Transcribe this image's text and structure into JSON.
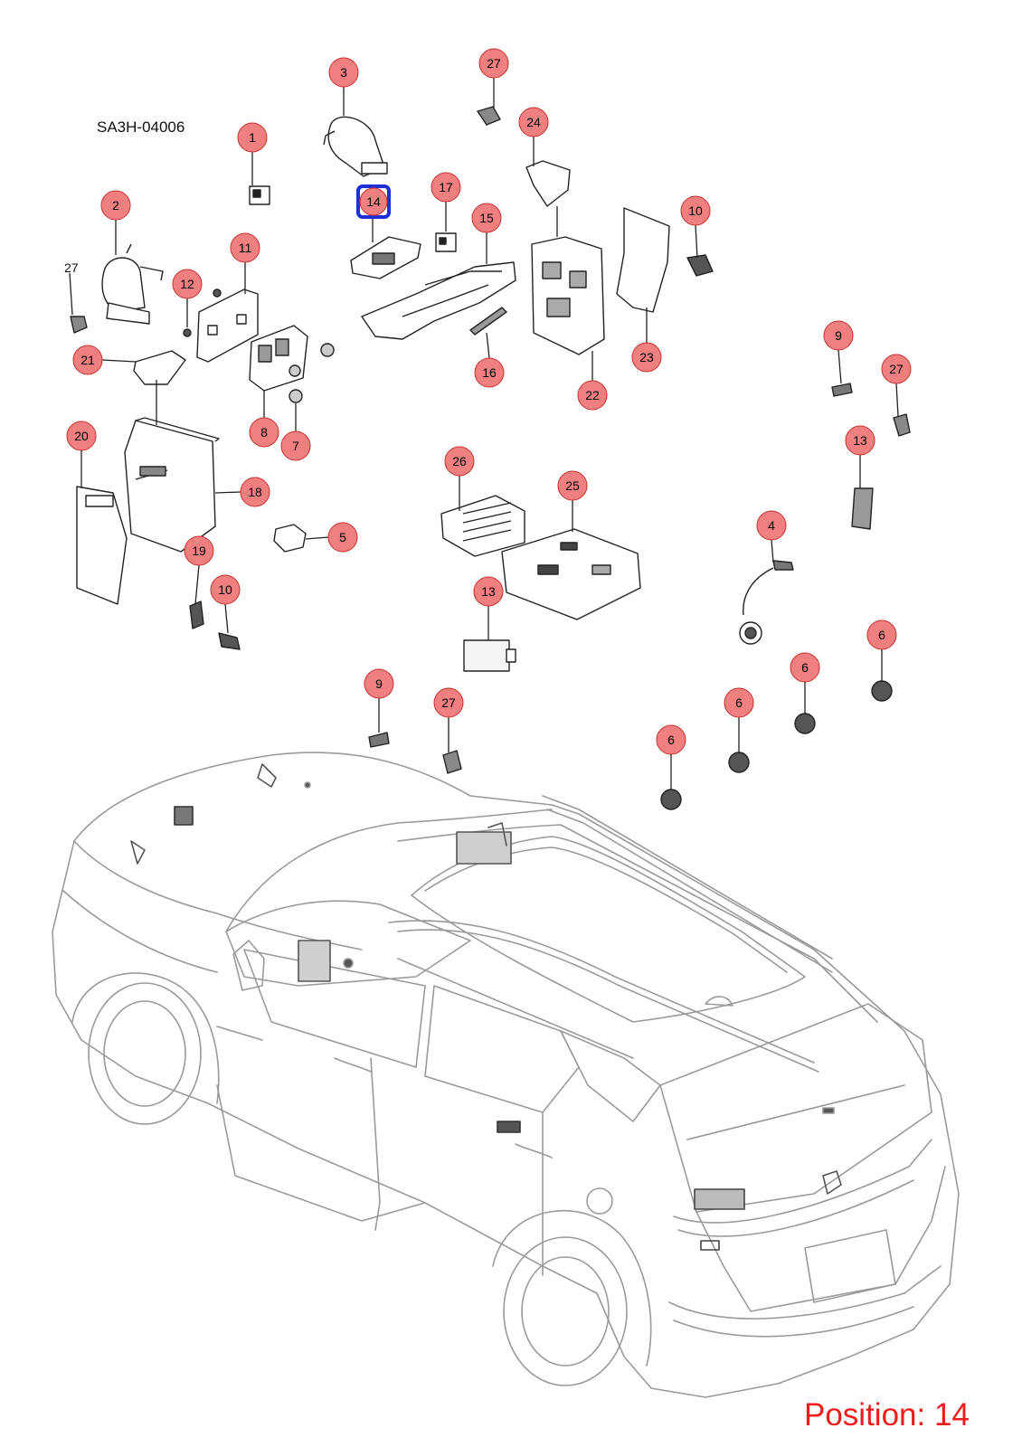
{
  "drawing_code": "SA3H-04006",
  "position_text": "Position: 14",
  "selected_position": "14",
  "colors": {
    "callout_fill": "#f08080",
    "callout_stroke": "#c83030",
    "selected_stroke": "#1f2fd8",
    "position_text": "#ee1c1c",
    "line": "#222222",
    "car_line": "#9a9a9a"
  },
  "callouts": [
    {
      "id": "c1",
      "label": "1"
    },
    {
      "id": "c2",
      "label": "2"
    },
    {
      "id": "c3",
      "label": "3"
    },
    {
      "id": "c4",
      "label": "4"
    },
    {
      "id": "c5",
      "label": "5"
    },
    {
      "id": "c6a",
      "label": "6"
    },
    {
      "id": "c6b",
      "label": "6"
    },
    {
      "id": "c6c",
      "label": "6"
    },
    {
      "id": "c6d",
      "label": "6"
    },
    {
      "id": "c7",
      "label": "7"
    },
    {
      "id": "c8",
      "label": "8"
    },
    {
      "id": "c9a",
      "label": "9"
    },
    {
      "id": "c9b",
      "label": "9"
    },
    {
      "id": "c10a",
      "label": "10"
    },
    {
      "id": "c10b",
      "label": "10"
    },
    {
      "id": "c11",
      "label": "11"
    },
    {
      "id": "c12",
      "label": "12"
    },
    {
      "id": "c13a",
      "label": "13"
    },
    {
      "id": "c13b",
      "label": "13"
    },
    {
      "id": "c14",
      "label": "14",
      "selected": true
    },
    {
      "id": "c15",
      "label": "15"
    },
    {
      "id": "c16",
      "label": "16"
    },
    {
      "id": "c17",
      "label": "17"
    },
    {
      "id": "c18",
      "label": "18"
    },
    {
      "id": "c19",
      "label": "19"
    },
    {
      "id": "c20",
      "label": "20"
    },
    {
      "id": "c21",
      "label": "21"
    },
    {
      "id": "c22",
      "label": "22"
    },
    {
      "id": "c23",
      "label": "23"
    },
    {
      "id": "c24",
      "label": "24"
    },
    {
      "id": "c25",
      "label": "25"
    },
    {
      "id": "c26",
      "label": "26"
    },
    {
      "id": "c27a",
      "label": "27"
    },
    {
      "id": "c27b",
      "label": "27"
    },
    {
      "id": "c27c",
      "label": "27"
    }
  ],
  "plain_label": "27"
}
